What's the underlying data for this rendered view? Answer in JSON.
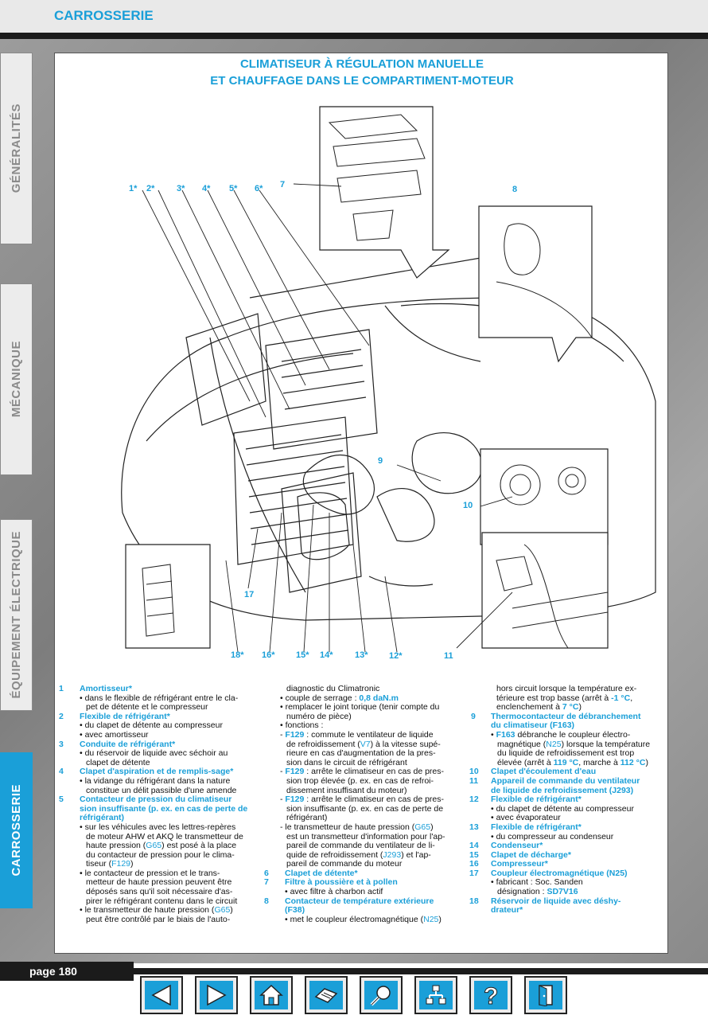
{
  "header": {
    "section": "CARROSSERIE"
  },
  "side_tabs": [
    {
      "label": "GÉNÉRALITÉS",
      "active": false
    },
    {
      "label": "MÉCANIQUE",
      "active": false
    },
    {
      "label": "ÉQUIPEMENT ÉLECTRIQUE",
      "active": false
    },
    {
      "label": "CARROSSERIE",
      "active": true
    }
  ],
  "title": {
    "line1": "CLIMATISEUR À RÉGULATION MANUELLE",
    "line2": "ET CHAUFFAGE DANS LE COMPARTIMENT-MOTEUR"
  },
  "callouts": {
    "top": [
      "1*",
      "2*",
      "3*",
      "4*",
      "5*",
      "6*",
      "7"
    ],
    "right": [
      "8",
      "9",
      "10",
      "11"
    ],
    "bottom": [
      "17",
      "18*",
      "16*",
      "15*",
      "14*",
      "13*",
      "12*"
    ]
  },
  "legend": {
    "i1": {
      "n": "1",
      "h": "Amortisseur*",
      "l1": "• dans le flexible de réfrigérant entre le cla-",
      "l2": "pet de détente et le compresseur"
    },
    "i2": {
      "n": "2",
      "h": "Flexible de réfrigérant*",
      "l1": "• du clapet de détente au compresseur",
      "l2": "• avec amortisseur"
    },
    "i3": {
      "n": "3",
      "h": "Conduite de réfrigérant*",
      "l1": "• du réservoir de liquide avec séchoir au",
      "l2": "clapet de détente"
    },
    "i4": {
      "n": "4",
      "h": "Clapet d'aspiration et de remplis-sage*",
      "l1": "• la vidange du réfrigérant dans la nature",
      "l2": "constitue un délit passible d'une amende"
    },
    "i5": {
      "n": "5",
      "h1": "Contacteur de pression du climatiseur",
      "h2": "sion insuffisante (p. ex. en cas de perte de",
      "h3": "réfrigérant)",
      "a1": "• sur les véhicules avec les lettres-repères",
      "a2": "de moteur AHW et AKQ le transmetteur de",
      "a3a": "haute pression (",
      "a3b": "G65",
      "a3c": ") est posé à la place",
      "a4": "du contacteur de pression pour le clima-",
      "a5a": "tiseur (",
      "a5b": "F129",
      "a5c": ")",
      "b1": "• le contacteur de pression et le trans-",
      "b2": "metteur de haute pression peuvent être",
      "b3": "déposés sans qu'il soit nécessaire d'as-",
      "b4": "pirer le réfrigérant contenu dans le circuit",
      "c1a": "• le transmetteur de haute pression (",
      "c1b": "G65",
      "c1c": ")",
      "c2": "peut être contrôlé par le biais de l'auto-",
      "c3": "diagnostic du Climatronic",
      "d1a": "• couple de serrage : ",
      "d1b": "0,8 daN.m",
      "e1": "• remplacer le joint torique (tenir compte du",
      "e2": "numéro de pièce)",
      "f0": "• fonctions :",
      "f1a": "- ",
      "f1b": "F129",
      "f1c": " : commute le ventilateur de liquide",
      "f2a": "de refroidissement (",
      "f2b": "V7",
      "f2c": ") à la vitesse supé-",
      "f3": "rieure en cas d'augmentation de la pres-",
      "f4": "sion dans le circuit de réfrigérant",
      "g1b": "F129",
      "g1c": " : arrête le climatiseur en cas de pres-",
      "g2": "sion trop élevée (p. ex. en cas de refroi-",
      "g3": "dissement insuffisant du moteur)",
      "h1b": "F129",
      "h1c": " : arrête le climatiseur en cas de pres-",
      "k1a": "- le transmetteur de haute pression (",
      "k1b": "G65",
      "k1c": ")",
      "k2": "est un transmetteur d'information pour l'ap-",
      "k3": "pareil de commande du ventilateur de li-",
      "k4a": "quide de refroidissement (",
      "k4b": "J293",
      "k4c": ") et l'ap-",
      "k5": "pareil de commande du moteur"
    },
    "i6": {
      "n": "6",
      "h": "Clapet de détente*"
    },
    "i7": {
      "n": "7",
      "h": "Filtre à poussière et à pollen",
      "l1": "• avec filtre à charbon actif"
    },
    "i8": {
      "n": "8",
      "h1": "Contacteur de température extérieure",
      "h2": "(F38)",
      "l1a": "• met le coupleur électromagnétique (",
      "l1b": "N25",
      "l1c": ")",
      "l2": "hors circuit lorsque la température ex-",
      "l3a": "térieure est trop basse (arrêt à ",
      "l3b": "-1 °C",
      "l3c": ",",
      "l4a": "enclenchement à ",
      "l4b": "7 °C",
      "l4c": ")"
    },
    "i9": {
      "n": "9",
      "h1": "Thermocontacteur de débranchement",
      "h2": "du climatiseur (F163)",
      "l1a": "• ",
      "l1b": "F163",
      "l1c": " débranche le coupleur électro-",
      "l2a": "magnétique (",
      "l2b": "N25",
      "l2c": ") lorsque la température",
      "l3": "du liquide de refroidissement est trop",
      "l4a": "élevée (arrêt à ",
      "l4b": "119 °C",
      "l4c": ", marche à ",
      "l4d": "112 °C",
      "l4e": ")"
    },
    "i10": {
      "n": "10",
      "h": "Clapet d'écoulement d'eau"
    },
    "i11": {
      "n": "11",
      "h1": "Appareil de commande du ventilateur",
      "h2": "de liquide de refroidissement (J293)"
    },
    "i12": {
      "n": "12",
      "h": "Flexible de réfrigérant*",
      "l1": "• du clapet de détente au compresseur",
      "l2": "• avec évaporateur"
    },
    "i13": {
      "n": "13",
      "h": "Flexible de réfrigérant*",
      "l1": "• du compresseur au condenseur"
    },
    "i14": {
      "n": "14",
      "h": "Condenseur*"
    },
    "i15": {
      "n": "15",
      "h": "Clapet de décharge*"
    },
    "i16": {
      "n": "16",
      "h": "Compresseur*"
    },
    "i17": {
      "n": "17",
      "h": "Coupleur électromagnétique (N25)",
      "l1": "• fabricant : Soc. Sanden",
      "l2a": "désignation : ",
      "l2b": "SD7V16"
    },
    "i18": {
      "n": "18",
      "h1": "Réservoir de liquide avec déshy-",
      "h2": "drateur*"
    }
  },
  "footer": {
    "page": "page 180"
  },
  "nav_icons": [
    "previous-page-icon",
    "next-page-icon",
    "home-icon",
    "print-icon",
    "search-icon",
    "contents-icon",
    "help-icon",
    "exit-icon"
  ]
}
